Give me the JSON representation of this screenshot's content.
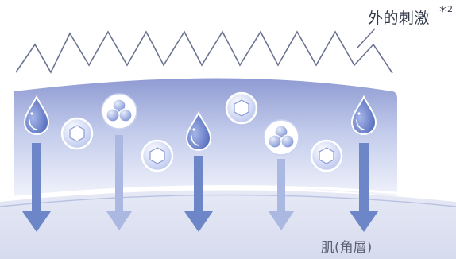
{
  "labels": {
    "external_irritant": "外的刺激",
    "footnote_mark": "＊2",
    "skin_layer": "肌(角層)"
  },
  "colors": {
    "barrier_top": "#9aa6d8",
    "barrier_bottom": "#e9ecf8",
    "skin_fill": "#dde1f0",
    "arrow_dark": "#6d86c8",
    "arrow_light": "#aab8e2",
    "zigzag": "#6b7390"
  },
  "icons": {
    "drop": "water-drop-icon",
    "hexagon": "hexagon-molecule-icon",
    "cluster": "triple-sphere-cluster-icon"
  }
}
